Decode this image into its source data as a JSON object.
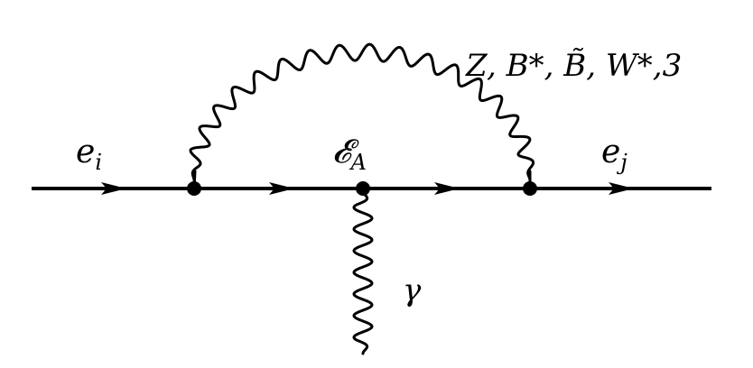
{
  "diagram": {
    "labels": {
      "incoming_fermion": "e",
      "incoming_fermion_index": "i",
      "outgoing_fermion": "e",
      "outgoing_fermion_index": "j",
      "internal_fermion": "𝓔",
      "internal_fermion_index": "A",
      "photon": "γ",
      "loop_boson": "Z, B*, B̃, W*,3"
    },
    "colors": {
      "ink": "#000000",
      "background": "#ffffff"
    },
    "vertices": [
      "left-vertex",
      "center-vertex",
      "right-vertex"
    ]
  }
}
